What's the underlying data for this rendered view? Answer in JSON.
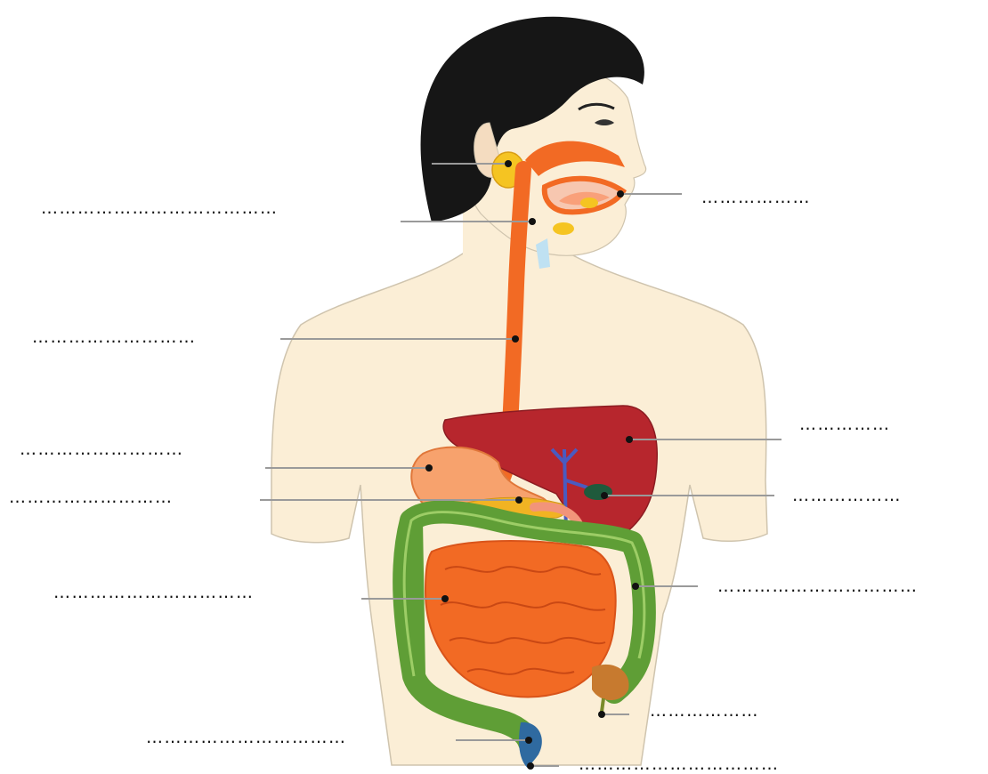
{
  "colors": {
    "skin": "#fbeed6",
    "hair": "#161616",
    "digestive_tract": "#f26a24",
    "liver": "#b7262d",
    "large_intestine": "#5f9e36",
    "gallbladder": "#1f5a3c",
    "pancreas": "#f1b323",
    "salivary_gland": "#f5c422",
    "rectum": "#2f6aa0",
    "leader_line": "#9a9a9a"
  },
  "labels": [
    {
      "id": "salivary-gland",
      "text": "…………………………………"
    },
    {
      "id": "mouth",
      "text": "………………"
    },
    {
      "id": "esophagus",
      "text": "………………………"
    },
    {
      "id": "liver",
      "text": "……………"
    },
    {
      "id": "stomach",
      "text": "………………………"
    },
    {
      "id": "pancreas",
      "text": "………………………"
    },
    {
      "id": "gallbladder",
      "text": "………………"
    },
    {
      "id": "small-intestine",
      "text": "……………………………"
    },
    {
      "id": "large-intestine",
      "text": "……………………………"
    },
    {
      "id": "appendix",
      "text": "………………"
    },
    {
      "id": "rectum",
      "text": "……………………………"
    },
    {
      "id": "anus",
      "text": "……………………………"
    }
  ]
}
